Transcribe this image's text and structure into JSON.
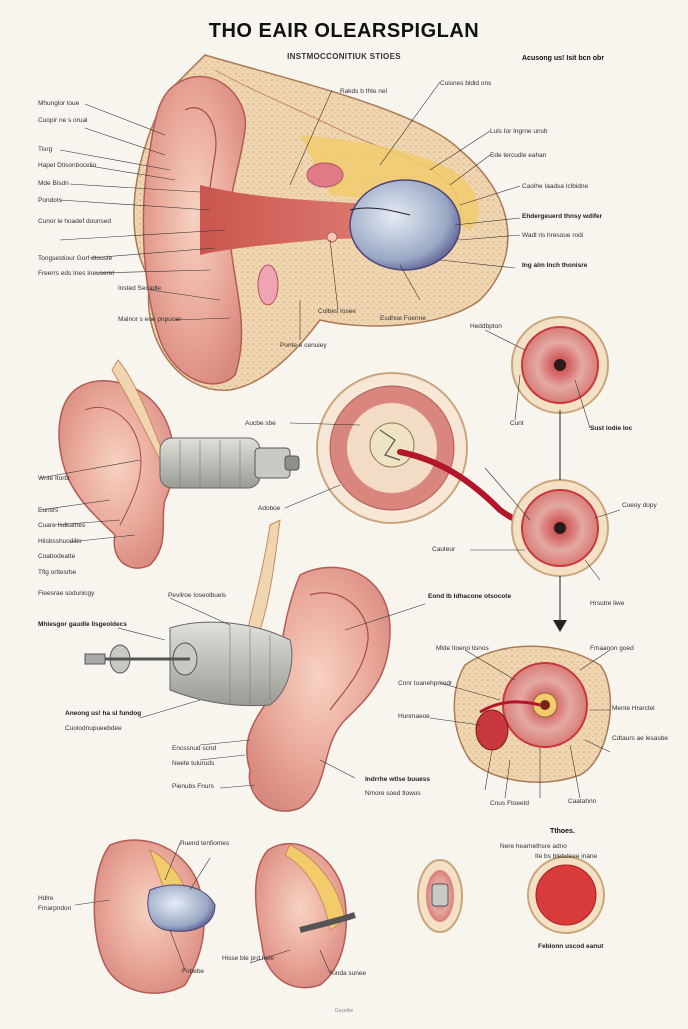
{
  "title": "THO EAIR OLEARSPIGLAN",
  "subtitle": "INSTMOCCONITIUK STIOES",
  "labels": {
    "top_left": [
      "Mhunglor loue",
      "Cuopir ne s orual",
      "Tisrg",
      "Hapet Dtisonbocelio",
      "Mde Bisdn",
      "Pondots",
      "Cunor le hoadef dounsed",
      "Tongsestiour Gorf dtousle",
      "Freerrs eds Ines Ineuseret",
      "Insted Secadle",
      "Malnor s eoe pnpuoer"
    ],
    "top_center": [
      "Rakds b thte nel",
      "Cuisnes bldid ons",
      "Colbes Iosee",
      "Esdhoe Foenne",
      "Ponte e cenuiey"
    ],
    "top_right_head": "Acusong us! Isit bcn obr",
    "top_right": [
      "Luls Ior Ingrne unsb",
      "Ede tercudle eahan",
      "Caolhe Iaadsa Iclbidne",
      "Ehdergeuerd thnsy wdifer",
      "Wadl ris hresoue rodi",
      "Ing alm Inch thonisre"
    ],
    "mid_left": [
      "Wnte Itorbr",
      "Eunsrs",
      "Cuare Isdkatnes",
      "Hilsbsshuodilts",
      "Coabodeatte",
      "Tflg orttesrbe",
      "Fieesrae sodunicgy"
    ],
    "mid_center": [
      "Aucbe sbe",
      "Adoboe"
    ],
    "mid_right": [
      "Heddbpton",
      "Cunt",
      "Sust lodie Ioc",
      "Cueoy dopy",
      "Cauteur",
      "Hrsutre liwe"
    ],
    "lower_left": [
      "Pevilroe Ioseolbuels",
      "Mhlesgor gaudle lisgeoldecs",
      "Aneong us! ha sl fundog",
      "Cuolodnupueebdee",
      "Encssnud scnd",
      "Neete tuluruds",
      "Pienubs Fnurs"
    ],
    "lower_center": [
      "Eond Ib Idhacone otsocote",
      "Indrrhe wtlse buuess",
      "Nmore soed tlowus"
    ],
    "lower_right": [
      "Mlde Itoeno tisnos",
      "Fmaanon goed",
      "Cnnr toanehpmodr",
      "Hunmaeoe",
      "Mente Hrarctel",
      "Cdtaurs ae lesasbe",
      "Cnus Ftoeetd",
      "Caatahnn"
    ],
    "bottom_left": [
      "Hdlre",
      "Fmarpndon",
      "Ruend tenfiomes",
      "Fobebe"
    ],
    "bottom_center": [
      "Hisse ble prd hele",
      "Kinda sunee"
    ],
    "bottom_right_head": "Tthoes.",
    "bottom_right": [
      "Nere hearnethsre adno",
      "Ite bs blebdeee inane",
      "Feblonn uscod eanut"
    ]
  },
  "footer": "Gayelbe"
}
